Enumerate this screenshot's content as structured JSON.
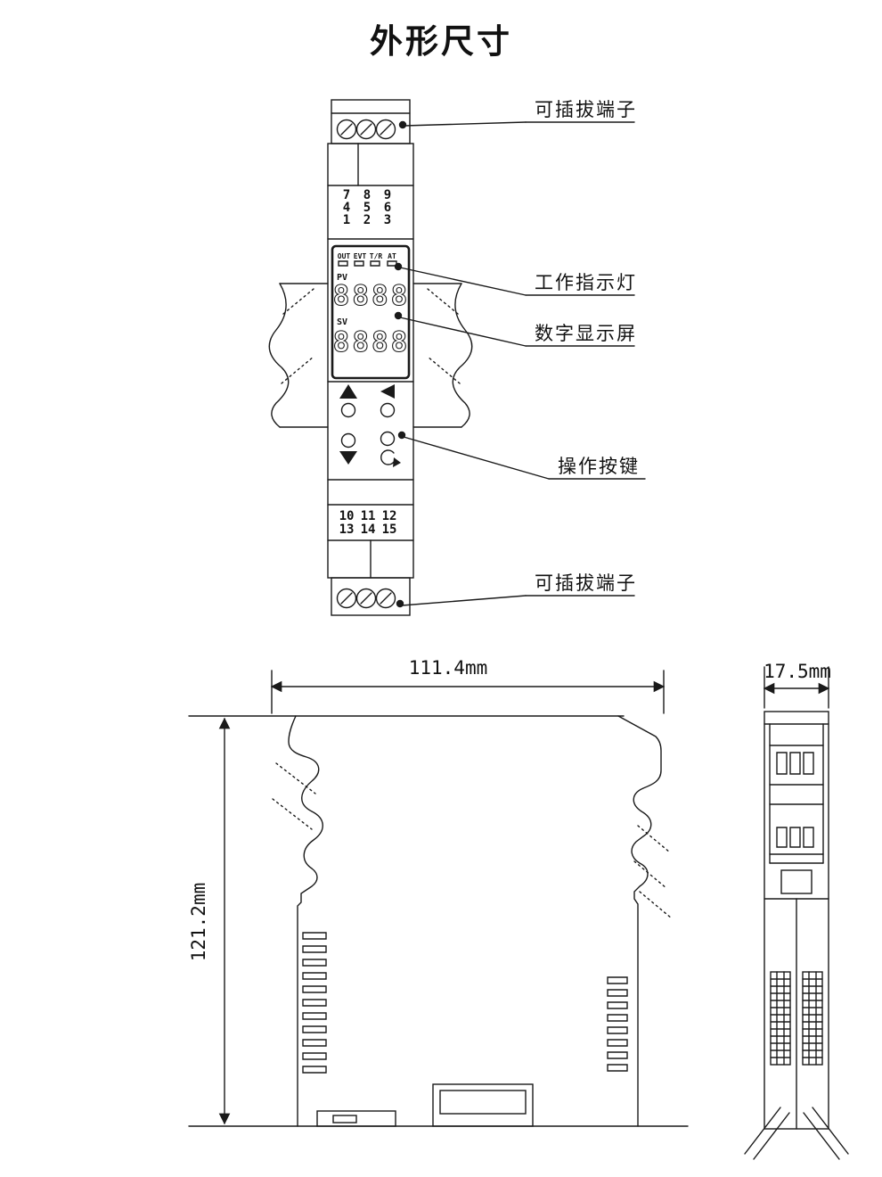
{
  "page": {
    "title": "外形尺寸"
  },
  "palette": {
    "ink": "#1a1a1a",
    "red": "#d9251c",
    "paper": "#ffffff"
  },
  "callouts": {
    "top_terminal": "可插拔端子",
    "indicator": "工作指示灯",
    "display": "数字显示屏",
    "buttons": "操作按键",
    "bottom_terminal": "可插拔端子"
  },
  "front_view": {
    "status": [
      "OUT",
      "EVT",
      "T/R",
      "AT"
    ],
    "pv_label": "PV",
    "sv_label": "SV",
    "pv_digits": "8888",
    "sv_digits": "8888",
    "terminals_top": {
      "row1": [
        "7",
        "8",
        "9"
      ],
      "row2": [
        "4",
        "5",
        "6"
      ],
      "row3": [
        "1",
        "2",
        "3"
      ]
    },
    "terminals_bottom": {
      "row1": [
        "10",
        "11",
        "12"
      ],
      "row2": [
        "13",
        "14",
        "15"
      ]
    }
  },
  "dimensions": {
    "width": "111.4mm",
    "height": "121.2mm",
    "depth": "17.5mm"
  }
}
